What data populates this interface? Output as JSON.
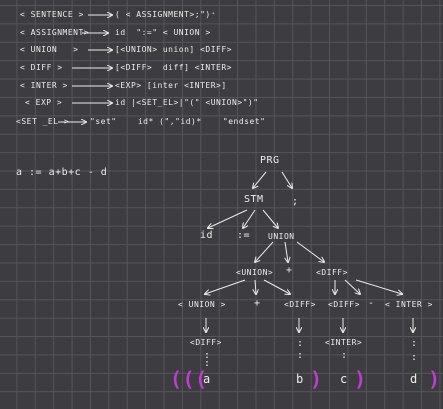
{
  "grammar": {
    "rules": [
      {
        "lhs": "< SENTENCE >",
        "rhs": "( < ASSIGNMENT>;\")⁺"
      },
      {
        "lhs": "< ASSIGNMENT>",
        "rhs": "id  \":=\" < UNION >"
      },
      {
        "lhs": "< UNION   >",
        "rhs": "[<UNION> union] <DIFF>"
      },
      {
        "lhs": "< DIFF >",
        "rhs": "[<DIFF>  diff] <INTER>"
      },
      {
        "lhs": "< INTER >",
        "rhs": "<EXP> [inter <INTER>]"
      },
      {
        "lhs": "< EXP >",
        "rhs": "id |<SET_EL>|\"(\" <UNION>\")\""
      },
      {
        "lhs": "<SET _EL >",
        "rhs": "\"set\"    id* (\",\"id)*    \"endset\""
      }
    ]
  },
  "expression": "a := a+b+c - d",
  "tree": {
    "prg": "PRG",
    "stm": "STM",
    "semicolon": ";",
    "id": "id",
    "assign": ":=",
    "union": "UNION",
    "union2": "<UNION>",
    "plus1": "+",
    "diff2": "<DIFF>",
    "union3": "< UNION >",
    "plus2": "+",
    "diff3a": "<DIFF>",
    "diff3b": "<DIFF>",
    "minus": "-",
    "inter3": "< INTER >",
    "diff4": "<DIFF>",
    "inter4": "<INTER>",
    "dots": ":",
    "leaf_a": "a",
    "leaf_b": "b",
    "leaf_c": "c",
    "leaf_d": "d",
    "parens_open": "(((",
    "paren_close_b": ")",
    "paren_close_c": ")",
    "paren_close_d": ")"
  },
  "colors": {
    "background": "#3d3d41",
    "grid": "#54545a",
    "ink": "#ececec",
    "highlight": "#c03bd1"
  }
}
